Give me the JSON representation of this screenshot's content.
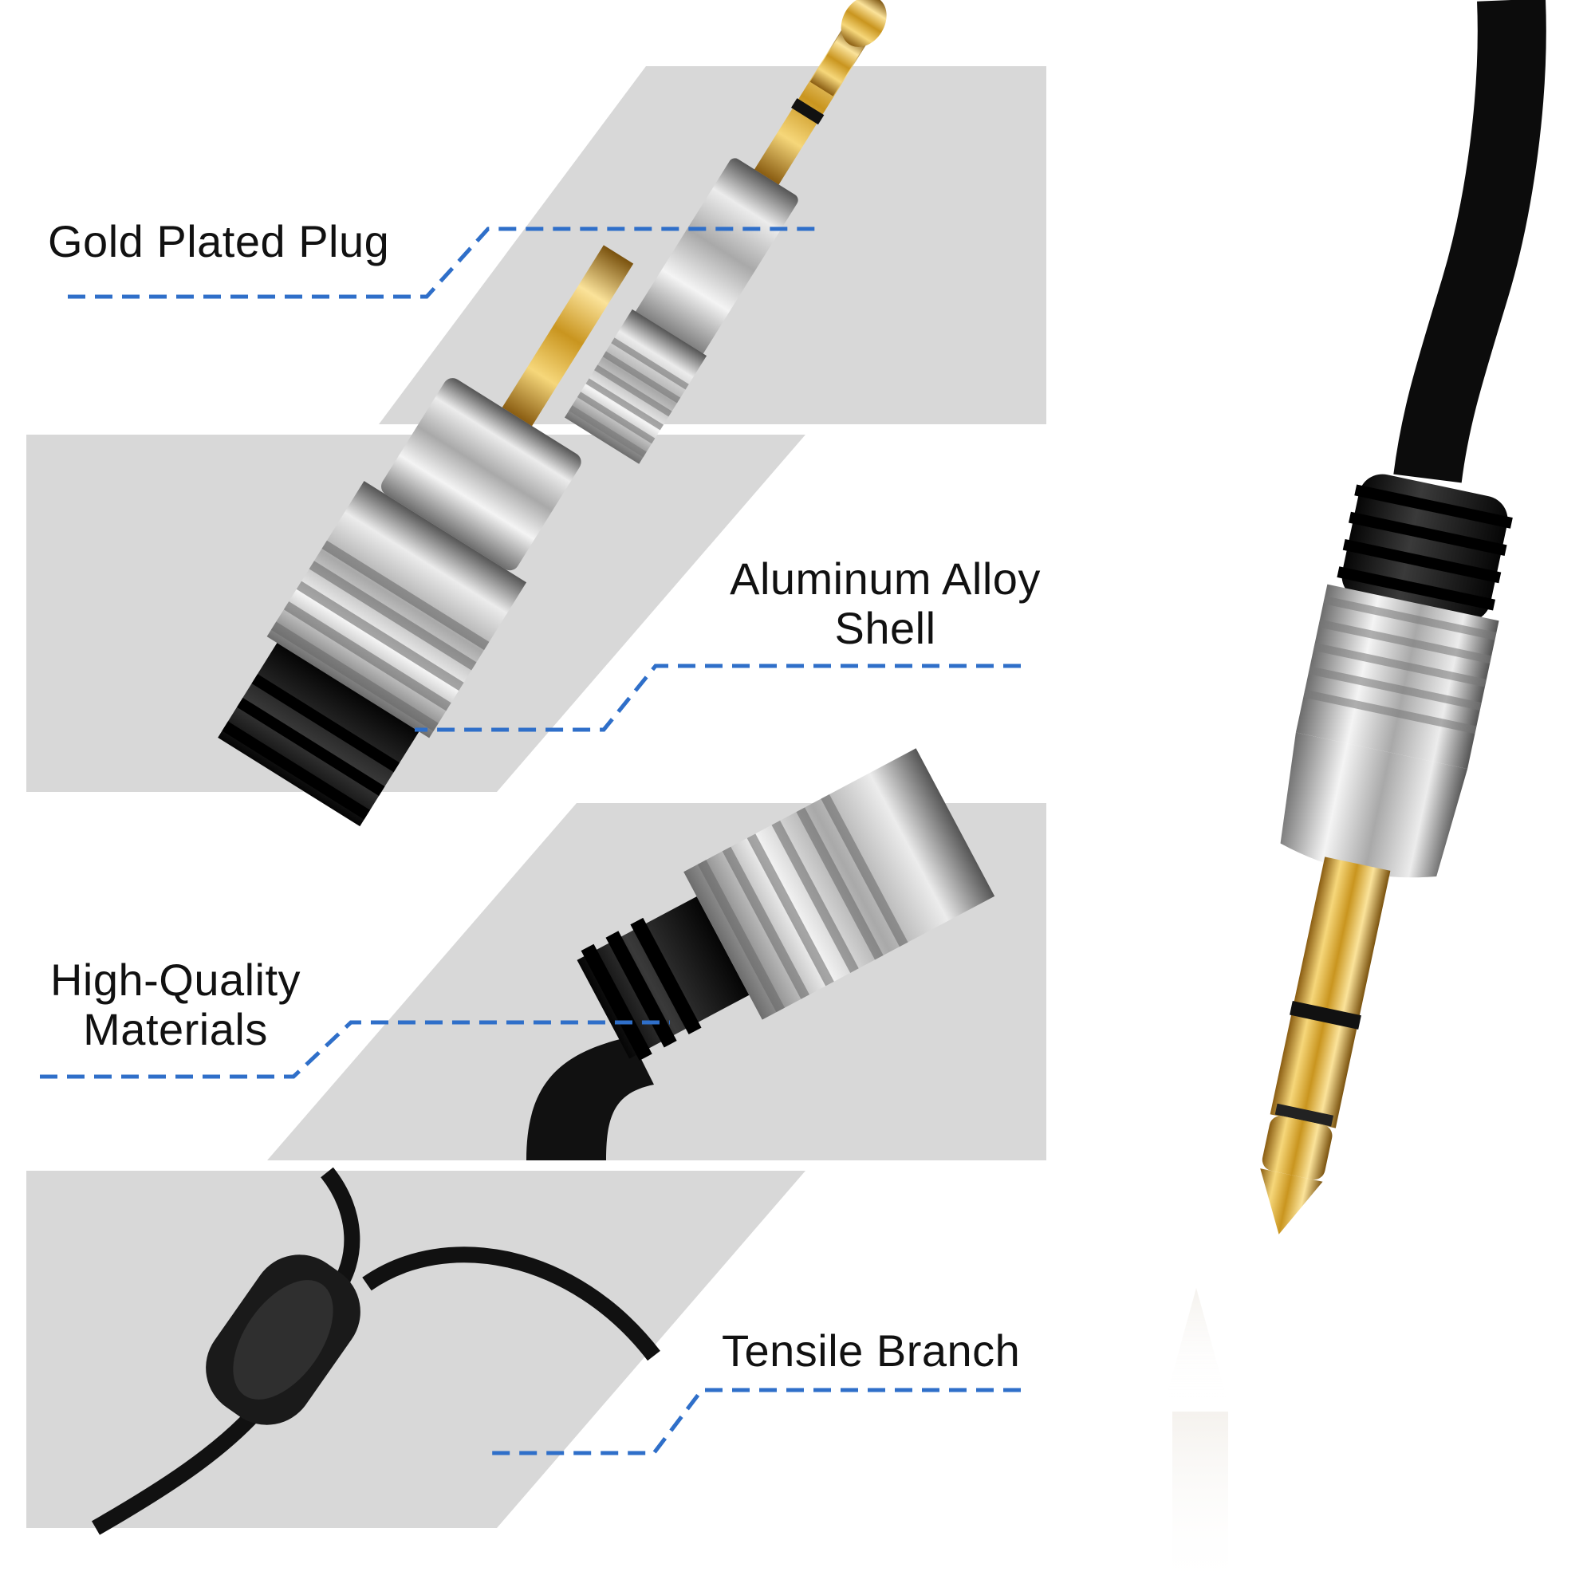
{
  "callouts": {
    "gold_plated_plug": "Gold Plated Plug",
    "aluminum_alloy_shell_line1": "Aluminum Alloy",
    "aluminum_alloy_shell_line2": "Shell",
    "high_quality_materials_line1": "High-Quality",
    "high_quality_materials_line2": "Materials",
    "tensile_branch": "Tensile Branch"
  },
  "colors": {
    "panel_gray": "#d8d8d8",
    "leader_blue": "#2f6fc9",
    "cable_black": "#151515",
    "gold": "#d4a42a",
    "silver": "#c9c9c9"
  },
  "icons": [
    "gold-plug-closeup",
    "aluminum-shell-closeup",
    "strain-relief-closeup",
    "y-branch-closeup",
    "trs-jack-plug"
  ]
}
